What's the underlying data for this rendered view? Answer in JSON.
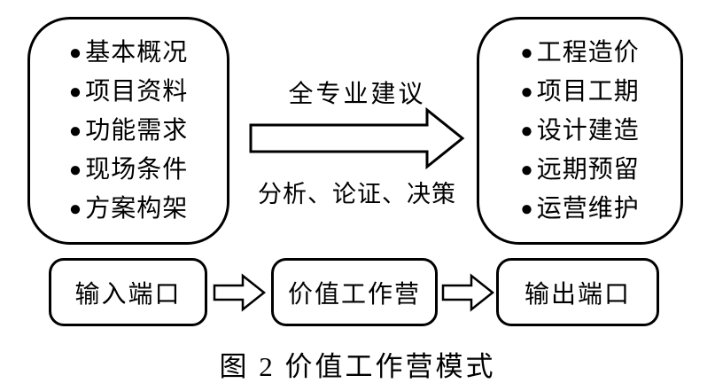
{
  "diagram": {
    "left_box": {
      "bullet": "●",
      "items": [
        "基本概况",
        "项目资料",
        "功能需求",
        "现场条件",
        "方案构架"
      ]
    },
    "right_box": {
      "bullet": "●",
      "items": [
        "工程造价",
        "项目工期",
        "设计建造",
        "远期预留",
        "运营维护"
      ]
    },
    "main_arrow": {
      "label_top": "全专业建议",
      "label_bottom": "分析、论证、决策",
      "direction": "right"
    },
    "bottom_flow": {
      "nodes": [
        "输入端口",
        "价值工作营",
        "输出端口"
      ]
    },
    "caption": "图 2 价值工作营模式",
    "colors": {
      "line": "#000000",
      "background": "#ffffff",
      "text": "#000000"
    }
  }
}
